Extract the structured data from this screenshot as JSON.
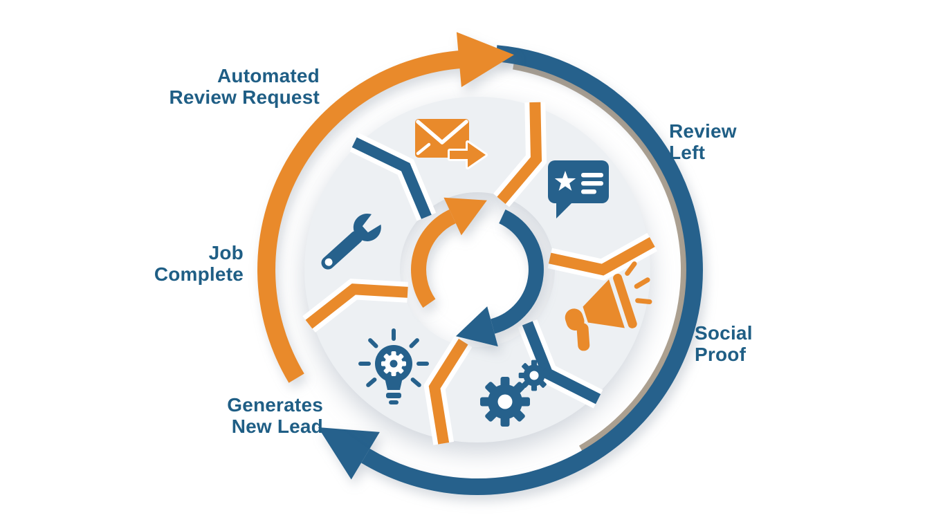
{
  "colors": {
    "orange": "#E98A2B",
    "blue": "#26618C",
    "label": "#1F5E85",
    "segment": "#EDF0F3",
    "tan": "#998A75",
    "bg": "#FFFFFF"
  },
  "diagram": {
    "type": "cycle",
    "direction": "clockwise",
    "center_icon": "cycle-arrows-icon",
    "outer_arrows": [
      {
        "name": "outer-orange-arrow",
        "color": "orange"
      },
      {
        "name": "outer-blue-arrow",
        "color": "blue"
      }
    ],
    "steps": [
      {
        "icon": "email-send-icon",
        "icon_color": "orange",
        "label_lines": [
          "Automated",
          "Review Request"
        ],
        "arrow_color": "orange"
      },
      {
        "icon": "review-speech-bubble-icon",
        "icon_color": "blue",
        "label_lines": [
          "Review",
          "Left"
        ],
        "arrow_color": "orange"
      },
      {
        "icon": "megaphone-icon",
        "icon_color": "orange",
        "label_lines": [
          "Social",
          "Proof"
        ],
        "arrow_color": "blue"
      },
      {
        "icon": "gears-icon",
        "icon_color": "blue",
        "label_lines": [],
        "arrow_color": "orange"
      },
      {
        "icon": "lightbulb-idea-icon",
        "icon_color": "blue",
        "label_lines": [
          "Generates",
          "New Lead"
        ],
        "arrow_color": "orange"
      },
      {
        "icon": "wrench-icon",
        "icon_color": "blue",
        "label_lines": [
          "Job",
          "Complete"
        ],
        "arrow_color": "blue"
      }
    ]
  }
}
